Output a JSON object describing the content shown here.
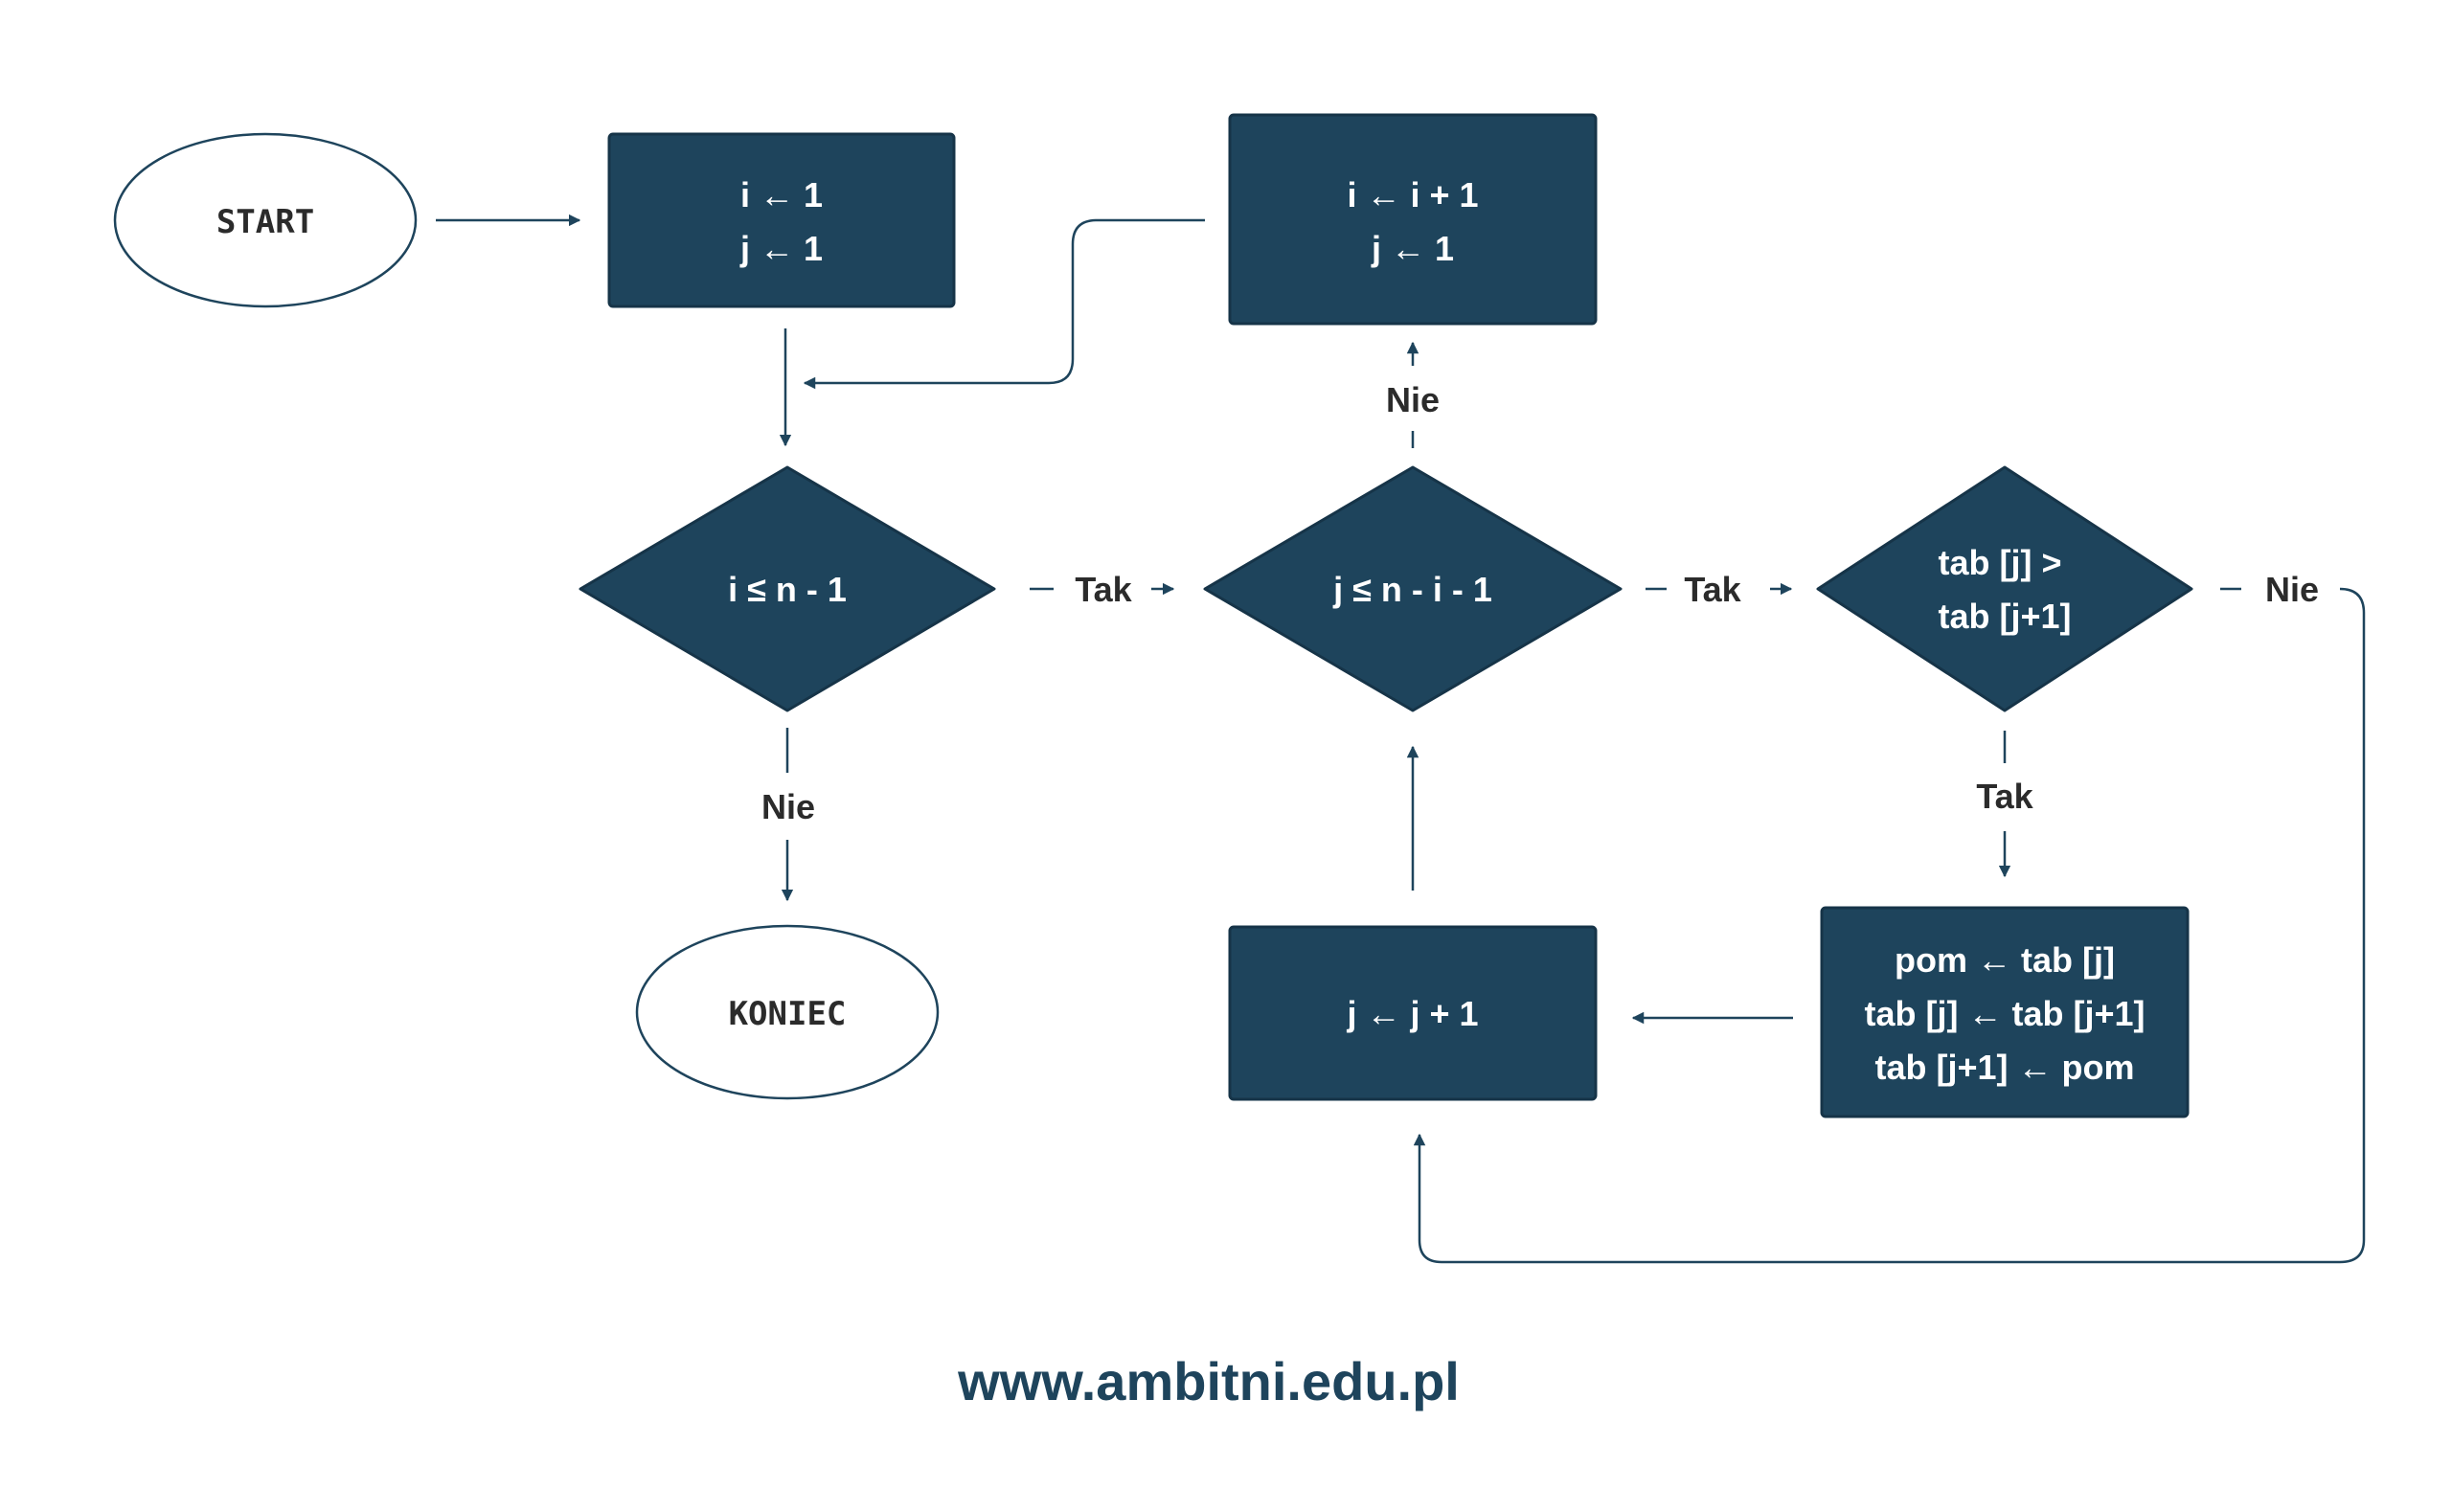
{
  "colors": {
    "node_fill": "#1e445c",
    "node_stroke": "#163448",
    "line": "#1e445c",
    "label_text": "#2b2b2b",
    "footer": "#1e445c"
  },
  "nodes": {
    "start": {
      "label": "START"
    },
    "init": {
      "line1": "i ← 1",
      "line2": "j ← 1"
    },
    "cond_i": {
      "label": "i ≤ n - 1"
    },
    "end": {
      "label": "KONIEC"
    },
    "inc_i": {
      "line1": "i ← i + 1",
      "line2": "j ← 1"
    },
    "cond_j": {
      "label": "j ≤ n - i - 1"
    },
    "cond_swap": {
      "line1": "tab [j] >",
      "line2": "tab [j+1]"
    },
    "swap": {
      "line1": "pom ← tab [j]",
      "line2": "tab [j] ← tab [j+1]",
      "line3": "tab [j+1] ← pom"
    },
    "inc_j": {
      "label": "j ← j + 1"
    }
  },
  "edge_labels": {
    "cond_i_yes": "Tak",
    "cond_i_no": "Nie",
    "cond_j_yes": "Tak",
    "cond_j_no": "Nie",
    "cond_swap_yes": "Tak",
    "cond_swap_no": "Nie"
  },
  "footer": {
    "url": "www.ambitni.edu.pl"
  }
}
